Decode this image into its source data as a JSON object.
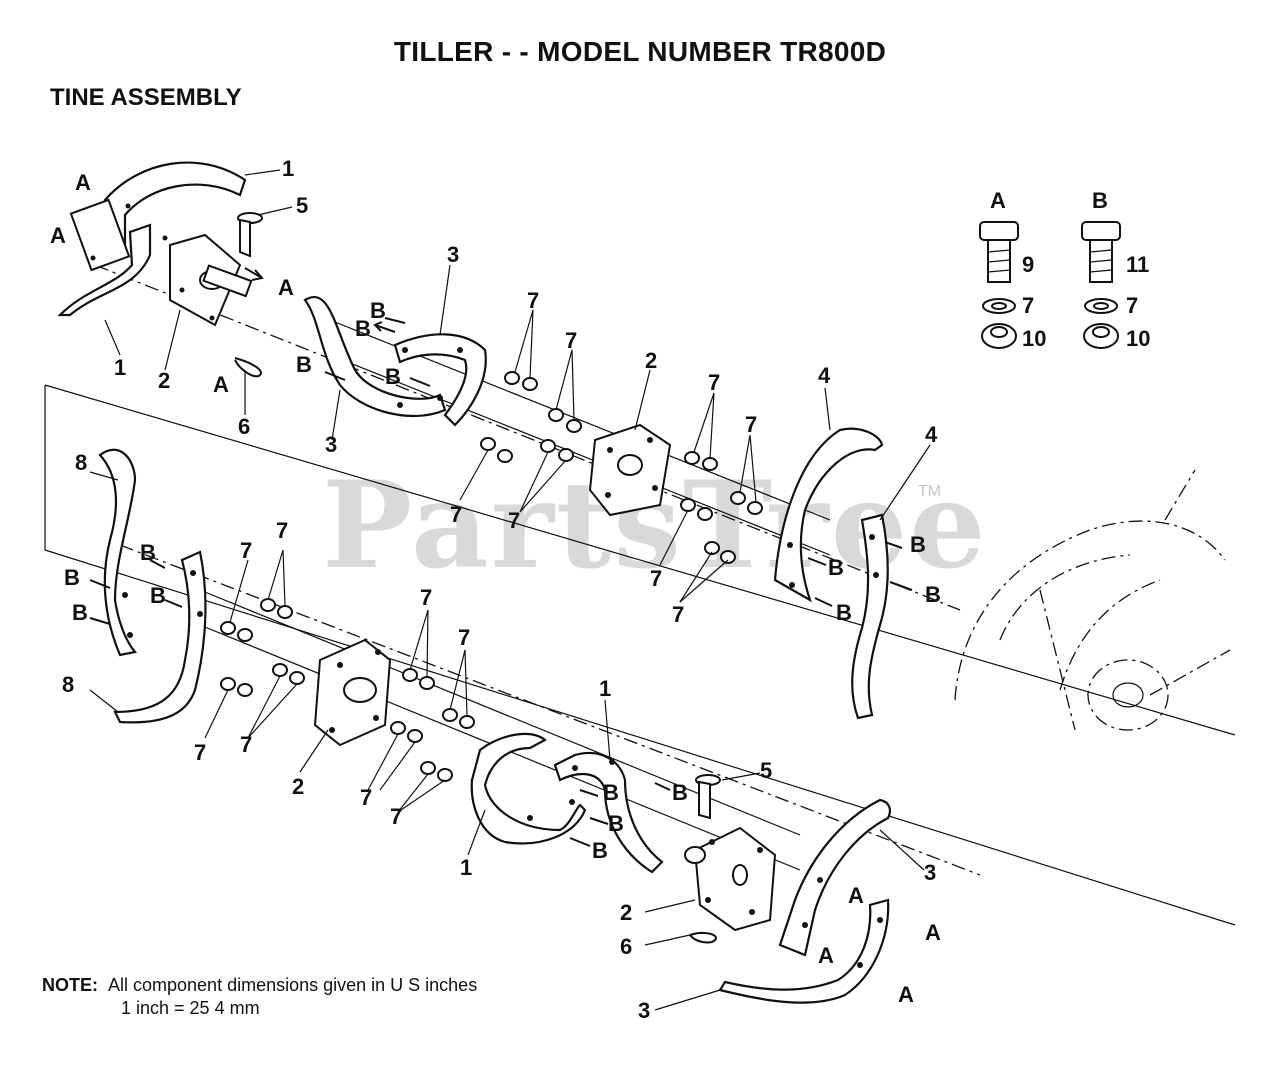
{
  "title": "TILLER - - MODEL NUMBER TR800D",
  "subtitle": "TINE ASSEMBLY",
  "watermark": "PartsTree",
  "trademark": "TM",
  "note": {
    "label": "NOTE:",
    "line1": "All component dimensions given in U S  inches",
    "line2": "1 inch = 25 4 mm"
  },
  "hardware_key": {
    "A": {
      "letter": "A",
      "bolt": "9",
      "lock_washer": "7",
      "nut": "10"
    },
    "B": {
      "letter": "B",
      "bolt": "11",
      "lock_washer": "7",
      "nut": "10"
    }
  },
  "callouts": [
    "1",
    "2",
    "3",
    "4",
    "5",
    "6",
    "7",
    "8",
    "A",
    "B"
  ]
}
